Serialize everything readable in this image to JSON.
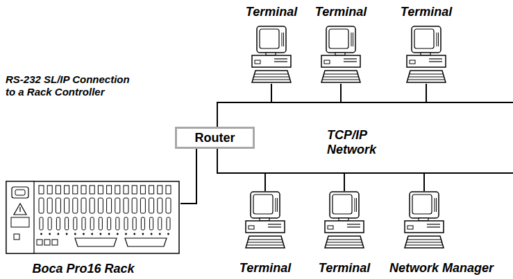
{
  "diagram": {
    "nodes": [
      {
        "text": [
          "Terminal"
        ]
      },
      {
        "text": [
          "Terminal"
        ]
      },
      {
        "text": [
          "Terminal"
        ]
      },
      {
        "text": [
          "Router"
        ]
      },
      {
        "text": [
          "TCP/IP Network"
        ]
      },
      {
        "text": [
          "Boca Pro16 Rack"
        ]
      },
      {
        "text": [
          "Terminal"
        ]
      },
      {
        "text": [
          "Terminal"
        ]
      },
      {
        "text": [
          "Network Manager"
        ]
      }
    ],
    "edges": [
      {
        "from": 0,
        "to": 4,
        "arrow": "none"
      },
      {
        "from": 1,
        "to": 4,
        "arrow": "none"
      },
      {
        "from": 2,
        "to": 4,
        "arrow": "none"
      },
      {
        "from": 5,
        "to": 3,
        "arrow": "none"
      },
      {
        "from": 4,
        "to": 6,
        "arrow": "none"
      },
      {
        "from": 4,
        "to": 7,
        "arrow": "none"
      },
      {
        "from": 4,
        "to": 8,
        "arrow": "none"
      }
    ],
    "labels": [
      "RS-232 SL/IP Connection to a Rack Controller"
    ]
  }
}
